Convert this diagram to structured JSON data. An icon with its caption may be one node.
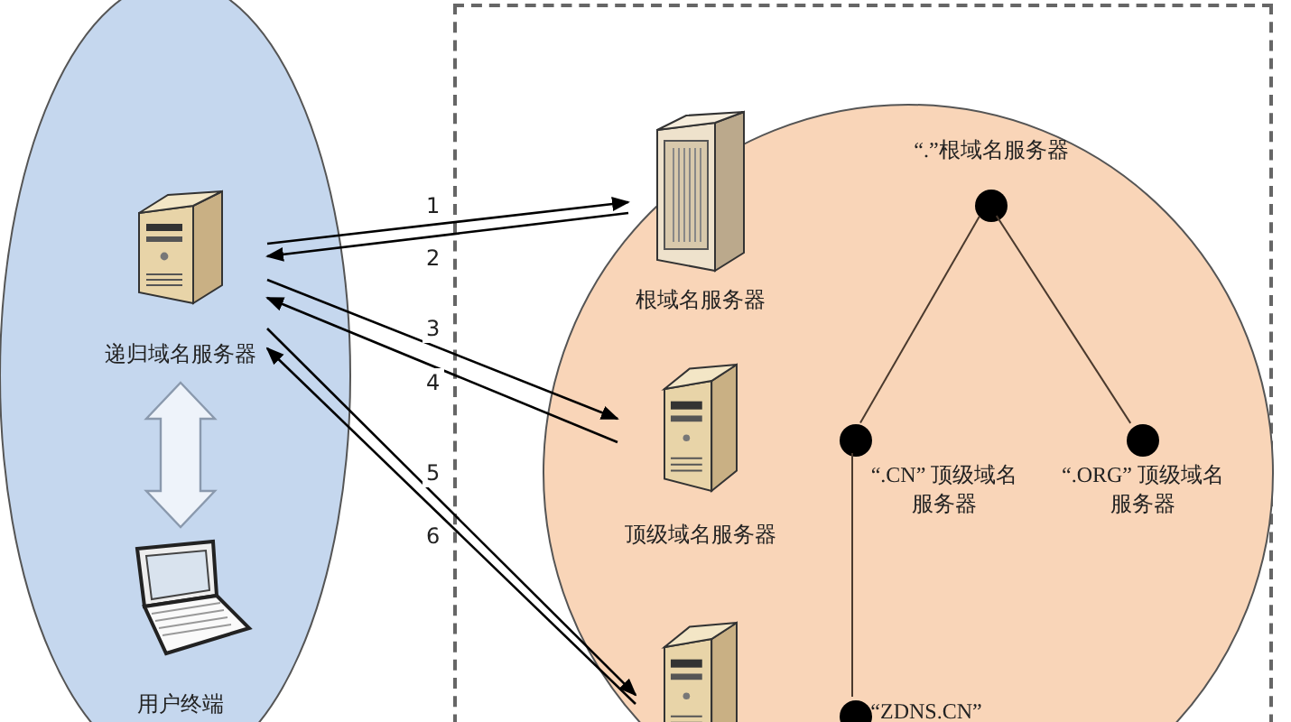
{
  "diagram": {
    "nodes": [
      {
        "text": [],
        "shape": "ellipse"
      },
      {
        "text": [],
        "shape": "box"
      },
      {
        "text": [],
        "shape": "ellipse",
        "in": 1
      },
      {
        "text": [
          "递归域名服务器"
        ],
        "in": 0
      },
      {
        "text": [
          "用户终端"
        ],
        "in": 0
      },
      {
        "text": [
          "根域名服务器"
        ],
        "in": 2
      },
      {
        "text": [
          "顶级域名服务器"
        ],
        "in": 2
      },
      {
        "text": [],
        "shape": "picture",
        "in": 2
      },
      {
        "text": [
          "“.”根域名服务器"
        ],
        "in": 2
      },
      {
        "text": [
          "“.CN” 顶级域名服务器"
        ],
        "in": 2
      },
      {
        "text": [
          "“.ORG” 顶级域名服务器"
        ],
        "in": 2
      },
      {
        "text": [
          "“ZDNS.CN”"
        ],
        "in": 2
      }
    ],
    "edges": [
      {
        "from": 3,
        "to": 5,
        "arrow": "to",
        "label": "1"
      },
      {
        "from": 5,
        "to": 3,
        "arrow": "to",
        "label": "2"
      },
      {
        "from": 3,
        "to": 6,
        "arrow": "to",
        "label": "3"
      },
      {
        "from": 6,
        "to": 3,
        "arrow": "to",
        "label": "4"
      },
      {
        "from": 3,
        "to": 7,
        "arrow": "to",
        "label": "5"
      },
      {
        "from": 7,
        "to": 3,
        "arrow": "to",
        "label": "6"
      },
      {
        "from": 3,
        "to": 4,
        "arrow": "both",
        "style": "thick"
      },
      {
        "from": 8,
        "to": 9,
        "arrow": "none"
      },
      {
        "from": 8,
        "to": 10,
        "arrow": "none"
      },
      {
        "from": 9,
        "to": 11,
        "arrow": "none"
      }
    ]
  }
}
